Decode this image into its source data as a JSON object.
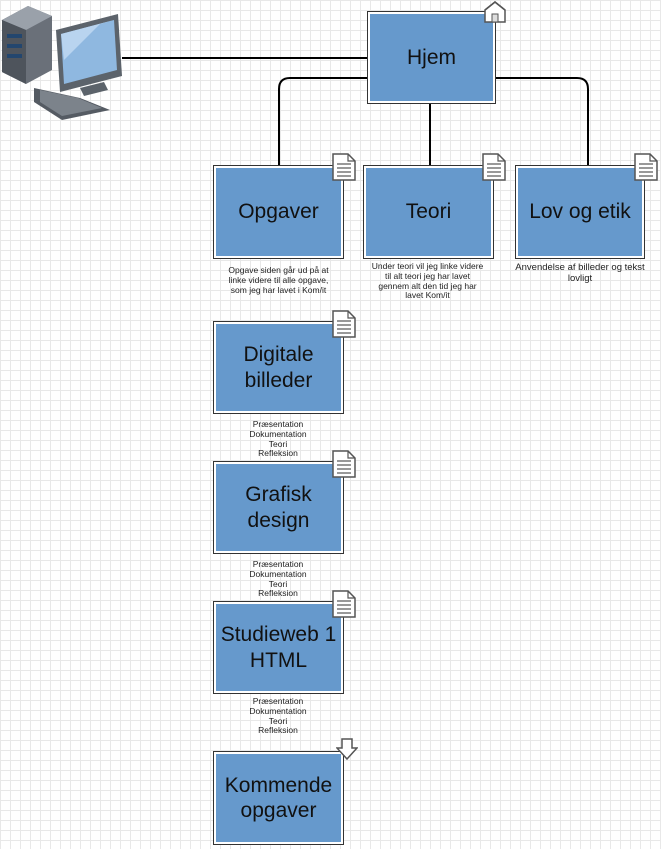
{
  "nodes": {
    "hjem": "Hjem",
    "opgaver": "Opgaver",
    "teori": "Teori",
    "lov": "Lov og etik",
    "digitale": "Digitale billeder",
    "grafisk": "Grafisk design",
    "studieweb": "Studieweb 1 HTML",
    "kommende": "Kommende opgaver"
  },
  "notes": {
    "opgaver": "Opgave siden går ud på at linke videre til alle opgave, som jeg har lavet i Kom/it",
    "teori": "Under teori vil jeg linke videre til alt teori jeg har lavet gennem alt den tid jeg har lavet Kom/it",
    "lov": "Anvendelse af billeder og tekst lovligt",
    "digitale": [
      "Præsentation",
      "Dokumentation",
      "Teori",
      "Refleksion"
    ],
    "grafisk": [
      "Præsentation",
      "Dokumentation",
      "Teori",
      "Refleksion"
    ],
    "studieweb": [
      "Præsentation",
      "Dokumentation",
      "Teori",
      "Refleksion"
    ]
  },
  "colors": {
    "node_fill": "#6699cc",
    "connector": "#000000",
    "grid": "#e8e8e8"
  },
  "icons": {
    "computer": "computer-icon",
    "home": "home-icon",
    "page": "page-icon",
    "arrow": "down-arrow-icon"
  }
}
